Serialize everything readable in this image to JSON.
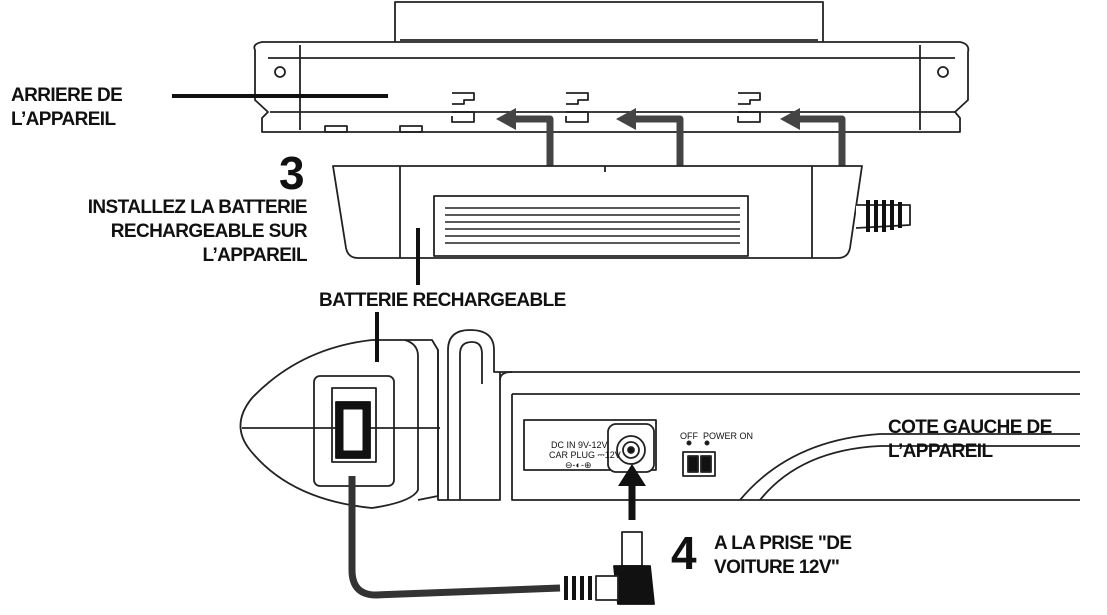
{
  "labels": {
    "rear_line1": "ARRIERE DE",
    "rear_line2": "L’APPAREIL",
    "step3_number": "3",
    "install_line1": "INSTALLEZ LA BATTERIE",
    "install_line2": "RECHARGEABLE SUR",
    "install_line3": "L’APPAREIL",
    "battery": "BATTERIE RECHARGEABLE",
    "left_side_line1": "COTE GAUCHE DE",
    "left_side_line2": "L’APPAREIL",
    "step4_number": "4",
    "socket_line1": "A LA PRISE \"DE",
    "socket_line2": "VOITURE 12V\""
  },
  "panel": {
    "dc_in": "DC IN 9V-12V",
    "car_plug": "CAR PLUG ⎓12V",
    "polarity": "⊖-◐-⊕",
    "off": "OFF",
    "power_on": "POWER ON"
  }
}
